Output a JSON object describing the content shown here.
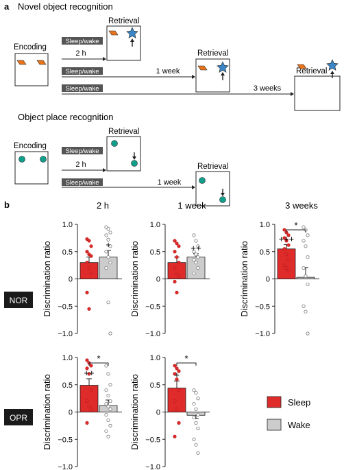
{
  "panel_a": {
    "letter": "a",
    "nor_title": "Novel object recognition",
    "opr_title": "Object place recognition",
    "encoding_label": "Encoding",
    "retrieval_label": "Retrieval",
    "sleep_wake_label": "Sleep/wake",
    "delay_2h": "2 h",
    "delay_1week": "1 week",
    "delay_3weeks": "3 weeks"
  },
  "panel_b": {
    "letter": "b",
    "col_titles": [
      "2 h",
      "1 week",
      "3 weeks"
    ],
    "row_labels": [
      "NOR",
      "OPR"
    ],
    "ylabel": "Discrimination ratio",
    "yticks": [
      "1.0",
      "0.5",
      "0",
      "−0.5",
      "−1.0"
    ],
    "legend": [
      {
        "name": "Sleep",
        "color": "#e02b2b"
      },
      {
        "name": "Wake",
        "color": "#cccccc"
      }
    ]
  },
  "colors": {
    "sleep": "#e02b2b",
    "wake": "#cccccc",
    "label_box": "#1a1a1a",
    "arrow_bar": "#555555",
    "object_orange": "#e8731a",
    "object_blue_star": "#3a86c8",
    "object_teal": "#119e8a"
  },
  "chart_data": [
    {
      "type": "bar",
      "panel": "NOR 2 h",
      "ylim": [
        -1,
        1
      ],
      "categories": [
        "Sleep",
        "Wake"
      ],
      "values": [
        0.3,
        0.4
      ],
      "errors": [
        0.1,
        0.12
      ],
      "annotations_sleep": "",
      "annotations_wake": "+",
      "significance": "",
      "sleep_points": [
        0.73,
        0.7,
        0.6,
        0.5,
        0.45,
        0.42,
        0.3,
        0.2,
        0.1,
        -0.25,
        -0.55
      ],
      "wake_points": [
        0.95,
        0.92,
        0.85,
        0.8,
        0.72,
        0.6,
        0.5,
        0.4,
        0.3,
        0.2,
        -0.43,
        -1.0
      ]
    },
    {
      "type": "bar",
      "panel": "NOR 1 week",
      "ylim": [
        -1,
        1
      ],
      "categories": [
        "Sleep",
        "Wake"
      ],
      "values": [
        0.3,
        0.4
      ],
      "errors": [
        0.1,
        0.06
      ],
      "annotations_sleep": "",
      "annotations_wake": "++",
      "significance": "",
      "sleep_points": [
        0.7,
        0.65,
        0.6,
        0.5,
        0.4,
        0.3,
        0.2,
        0.1,
        0.05,
        -0.05,
        -0.25
      ],
      "wake_points": [
        0.8,
        0.7,
        0.6,
        0.5,
        0.45,
        0.4,
        0.35,
        0.3,
        0.2,
        0.1
      ]
    },
    {
      "type": "bar",
      "panel": "NOR 3 weeks",
      "ylim": [
        -1,
        1
      ],
      "categories": [
        "Sleep",
        "Wake"
      ],
      "values": [
        0.55,
        0.03
      ],
      "errors": [
        0.08,
        0.18
      ],
      "annotations_sleep": "+++",
      "annotations_wake": "",
      "significance": "*",
      "sleep_points": [
        0.9,
        0.85,
        0.8,
        0.75,
        0.7,
        0.62,
        0.55,
        0.45,
        0.35,
        0.25,
        0.2,
        0.15
      ],
      "wake_points": [
        0.95,
        0.9,
        0.8,
        0.7,
        0.6,
        0.4,
        0.2,
        0.05,
        -0.1,
        -0.5,
        -0.6,
        -1.0
      ]
    },
    {
      "type": "bar",
      "panel": "OPR 2 h",
      "ylim": [
        -1,
        1
      ],
      "categories": [
        "Sleep",
        "Wake"
      ],
      "values": [
        0.49,
        0.12
      ],
      "errors": [
        0.12,
        0.1
      ],
      "annotations_sleep": "++",
      "annotations_wake": "",
      "significance": "*",
      "sleep_points": [
        0.95,
        0.9,
        0.85,
        0.8,
        0.7,
        0.4,
        0.2,
        0.1,
        0.05,
        -0.2
      ],
      "wake_points": [
        0.85,
        0.7,
        0.5,
        0.4,
        0.3,
        0.2,
        0.15,
        0.1,
        0.05,
        -0.05,
        -0.15,
        -0.25,
        -0.35,
        -0.45
      ]
    },
    {
      "type": "bar",
      "panel": "OPR 1 week",
      "ylim": [
        -1,
        1
      ],
      "categories": [
        "Sleep",
        "Wake"
      ],
      "values": [
        0.44,
        -0.06
      ],
      "errors": [
        0.13,
        0.06
      ],
      "annotations_sleep": "+",
      "annotations_wake": "",
      "significance": "*",
      "sleep_points": [
        0.85,
        0.8,
        0.75,
        0.7,
        0.6,
        0.4,
        0.2,
        0.05,
        -0.2,
        -0.45
      ],
      "wake_points": [
        0.4,
        0.35,
        0.25,
        0.15,
        0.05,
        -0.05,
        -0.1,
        -0.2,
        -0.3,
        -0.5,
        -0.6,
        -0.75
      ]
    }
  ]
}
